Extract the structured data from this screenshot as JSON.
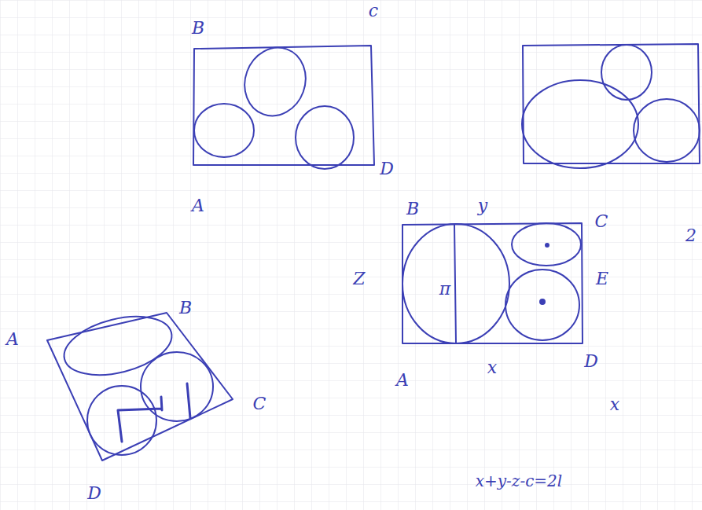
{
  "diagram": {
    "labels": [
      "B",
      "c",
      "A",
      "D",
      "B",
      "y",
      "C",
      "Z",
      "π",
      "E",
      "A",
      "x",
      "D",
      "2",
      "x",
      "x+y-z-c=2l",
      "A",
      "B",
      "C",
      "D"
    ]
  }
}
